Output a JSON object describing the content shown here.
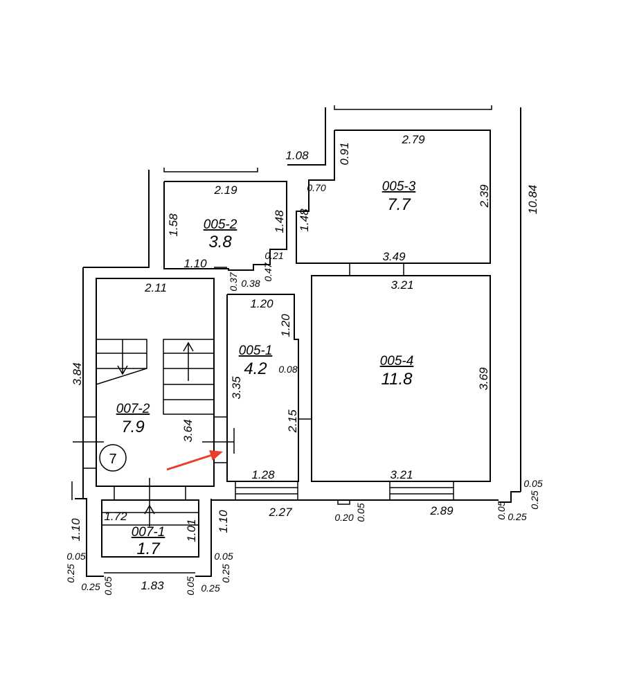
{
  "plan": {
    "rooms": [
      {
        "id": "005-1",
        "area": "4.2"
      },
      {
        "id": "005-2",
        "area": "3.8"
      },
      {
        "id": "005-3",
        "area": "7.7"
      },
      {
        "id": "005-4",
        "area": "11.8"
      },
      {
        "id": "007-1",
        "area": "1.7"
      },
      {
        "id": "007-2",
        "area": "7.9"
      }
    ],
    "marker_label": "7",
    "dimensions": [
      "2.79",
      "0.91",
      "1.08",
      "0.70",
      "1.48",
      "2.39",
      "10.84",
      "2.19",
      "1.58",
      "1.48",
      "0.21",
      "1.10",
      "3.49",
      "0.37",
      "0.38",
      "0.47",
      "1.20",
      "3.21",
      "2.11",
      "1.20",
      "3.84",
      "0.08",
      "3.35",
      "3.69",
      "2.15",
      "3.64",
      "1.28",
      "3.21",
      "0.05",
      "0.25",
      "2.27",
      "0.20",
      "0.05",
      "2.89",
      "0.05",
      "0.25",
      "1.72",
      "1.10",
      "1.01",
      "1.10",
      "0.05",
      "0.05",
      "0.25",
      "0.25",
      "0.05",
      "1.83",
      "0.05",
      "0.25",
      "0.25"
    ],
    "colors": {
      "arrow": "#e8402a",
      "line": "#000000"
    }
  }
}
